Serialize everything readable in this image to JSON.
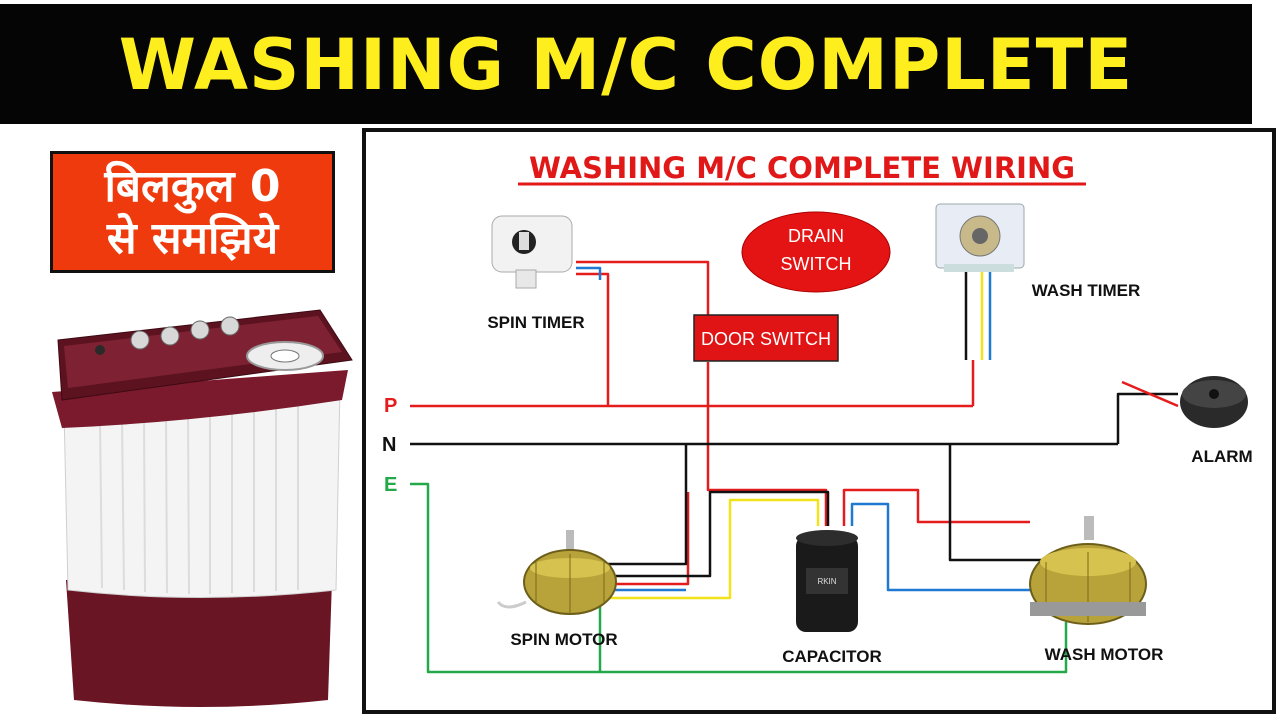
{
  "banner": {
    "title": "WASHING M/C COMPLETE WIRING"
  },
  "badge": {
    "line1": "बिलकुल 0",
    "line2": "से समझिये"
  },
  "diagram": {
    "title": "WASHING M/C COMPLETE WIRING",
    "terminals": {
      "p": "P",
      "n": "N",
      "e": "E"
    },
    "components": {
      "spin_timer": "SPIN TIMER",
      "wash_timer": "WASH TIMER",
      "drain_switch_line1": "DRAIN",
      "drain_switch_line2": "SWITCH",
      "door_switch": "DOOR SWITCH",
      "alarm": "ALARM",
      "spin_motor": "SPIN MOTOR",
      "capacitor": "CAPACITOR",
      "wash_motor": "WASH MOTOR"
    }
  },
  "colors": {
    "banner_bg": "#050505",
    "banner_text": "#ffee1e",
    "badge_bg": "#ee3a0c",
    "title_red": "#e01818",
    "wire_phase": "#e51c1c",
    "wire_neutral": "#111111",
    "wire_earth": "#23a84a",
    "wire_yellow": "#f2e21a",
    "wire_blue": "#1f78d1",
    "machine_maroon": "#6a1524"
  }
}
